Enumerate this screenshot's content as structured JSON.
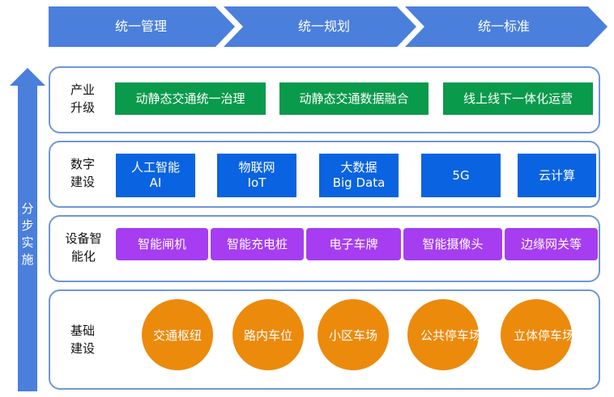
{
  "banner": {
    "items": [
      "统一管理",
      "统一规划",
      "统一标准"
    ],
    "color": "#4a7fdc"
  },
  "side_arrow": {
    "chars": [
      "分",
      "步",
      "实",
      "施"
    ],
    "color": "#4a7fdc"
  },
  "layers": {
    "industry": {
      "label": [
        "产业",
        "升级"
      ],
      "items": [
        "动静态交通统一治理",
        "动静态交通数据融合",
        "线上线下一体化运营"
      ]
    },
    "digital": {
      "label": [
        "数字",
        "建设"
      ],
      "items": [
        {
          "line1": "人工智能",
          "line2": "AI"
        },
        {
          "line1": "物联网",
          "line2": "IoT"
        },
        {
          "line1": "大数据",
          "line2": "Big Data"
        },
        {
          "line1": "5G",
          "line2": ""
        },
        {
          "line1": "云计算",
          "line2": ""
        }
      ]
    },
    "device": {
      "label": [
        "设备智",
        "能化"
      ],
      "items": [
        "智能闸机",
        "智能充电桩",
        "电子车牌",
        "智能摄像头",
        "边缘网关等"
      ]
    },
    "infra": {
      "label": [
        "基础",
        "建设"
      ],
      "items": [
        "交通枢纽",
        "路内车位",
        "小区车场",
        "公共停车场",
        "立体停车场"
      ]
    }
  },
  "colors": {
    "border": "#6f97d6",
    "green": "#0a9a4c",
    "blue": "#0a63e0",
    "purple": "#a63df0",
    "orange": "#ec8a0c"
  }
}
